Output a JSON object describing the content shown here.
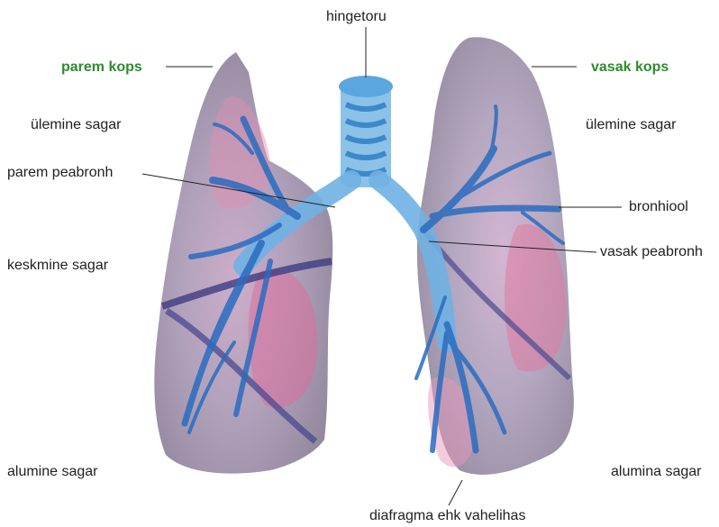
{
  "labels": {
    "trachea": "hingetoru",
    "right_lung": "parem kops",
    "left_lung": "vasak kops",
    "right_upper_lobe": "ülemine sagar",
    "left_upper_lobe": "ülemine sagar",
    "right_main_bronchus": "parem peabronh",
    "bronchiole": "bronhiool",
    "left_main_bronchus": "vasak peabronh",
    "right_middle_lobe": "keskmine sagar",
    "right_lower_lobe": "alumine sagar",
    "left_lower_lobe": "alumina sagar",
    "diaphragm": "diafragma ehk vahelihas"
  },
  "colors": {
    "lung_accent": "#2e8b2e",
    "text": "#1f1f1f",
    "lung_tissue": "#8e7f9c",
    "lung_pink": "#e07aa0",
    "airway_blue": "#4a9ad8"
  }
}
